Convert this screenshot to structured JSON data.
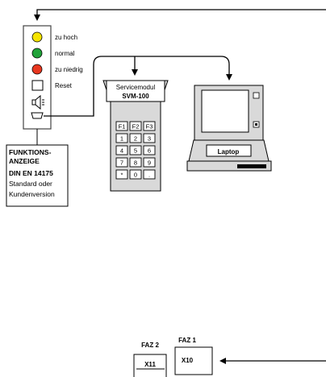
{
  "panel": {
    "indicators": [
      {
        "label": "zu hoch",
        "color": "#f5e400"
      },
      {
        "label": "normal",
        "color": "#21a33a"
      },
      {
        "label": "zu niedrig",
        "color": "#e8371f"
      }
    ],
    "reset_label": "Reset",
    "caption": {
      "line1": "FUNKTIONS-",
      "line2": "ANZEIGE",
      "line3": "DIN EN 14175",
      "line4": "Standard oder",
      "line5": "Kundenversion"
    }
  },
  "service_module": {
    "line1": "Servicemodul",
    "line2": "SVM-100",
    "keys": [
      "F1",
      "F2",
      "F3",
      "1",
      "2",
      "3",
      "4",
      "5",
      "6",
      "7",
      "8",
      "9",
      "*",
      "0",
      "."
    ]
  },
  "laptop": {
    "label": "Laptop"
  },
  "faz1": {
    "title": "FAZ 1",
    "terminal": "X10"
  },
  "faz2": {
    "title": "FAZ 2",
    "terminal": "X11"
  },
  "colors": {
    "line": "#000000",
    "panel_border": "#444444"
  }
}
